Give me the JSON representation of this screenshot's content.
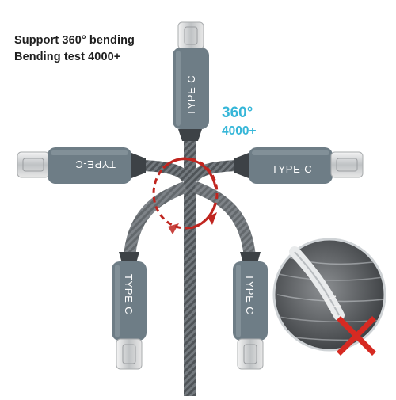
{
  "headline": {
    "line1": "Support 360° bending",
    "line2": "Bending test 4000+"
  },
  "stats": {
    "angle": "360°",
    "count": "4000+"
  },
  "connector_label": "TYPE-C",
  "colors": {
    "accent_text": "#35b6d8",
    "arrow_red": "#c0251f",
    "connector_gray": "#6e7d86",
    "cable_gray": "#555a5e",
    "cross_red": "#d62a22"
  },
  "icons": {
    "rotation": "circular-arrow-icon",
    "reject": "red-x-icon"
  }
}
